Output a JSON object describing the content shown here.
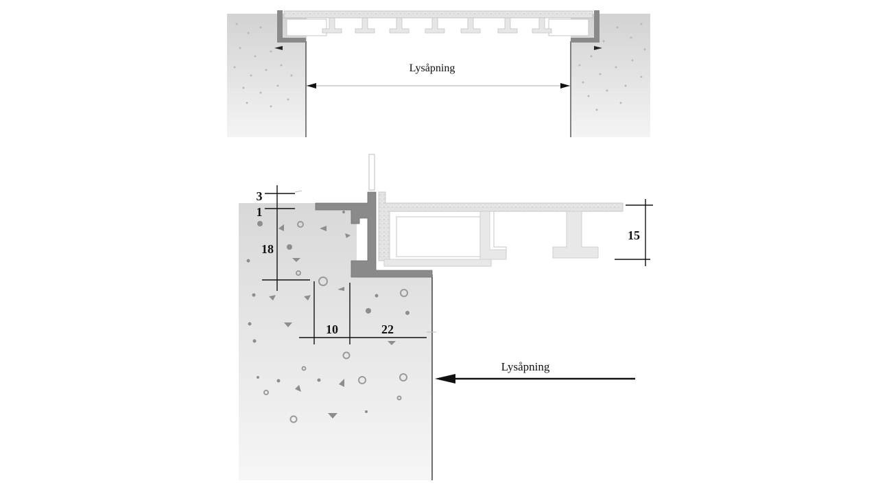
{
  "top_view": {
    "opening_label": "Lysåpning"
  },
  "detail_view": {
    "opening_label": "Lysåpning",
    "dimensions": {
      "d3": "3",
      "d1": "1",
      "d18": "18",
      "d10": "10",
      "d22": "22",
      "d15": "15"
    }
  },
  "colors": {
    "concrete": "#d9d9d9",
    "profile_dark": "#8a8a8a",
    "grating": "#e2e2e2",
    "line": "#111111"
  }
}
